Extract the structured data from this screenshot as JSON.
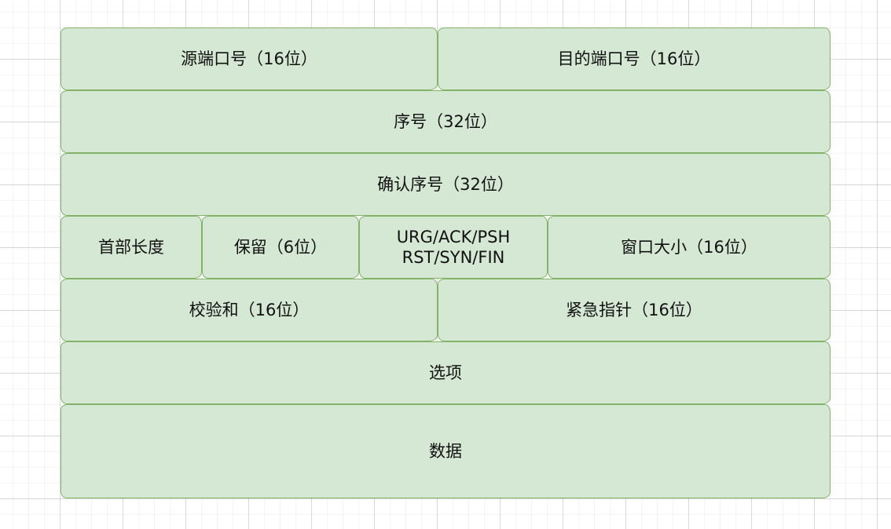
{
  "diagram": {
    "fill_color": "#d5e8d4",
    "stroke_color": "#82b366",
    "fields": {
      "source_port": "源端口号（16位）",
      "dest_port": "目的端口号（16位）",
      "seq_num": "序号（32位）",
      "ack_num": "确认序号（32位）",
      "header_length": "首部长度",
      "reserved": "保留（6位）",
      "flags": "URG/ACK/PSH\nRST/SYN/FIN",
      "window_size": "窗口大小（16位）",
      "checksum": "校验和（16位）",
      "urgent_pointer": "紧急指针（16位）",
      "options": "选项",
      "data": "数据"
    }
  }
}
